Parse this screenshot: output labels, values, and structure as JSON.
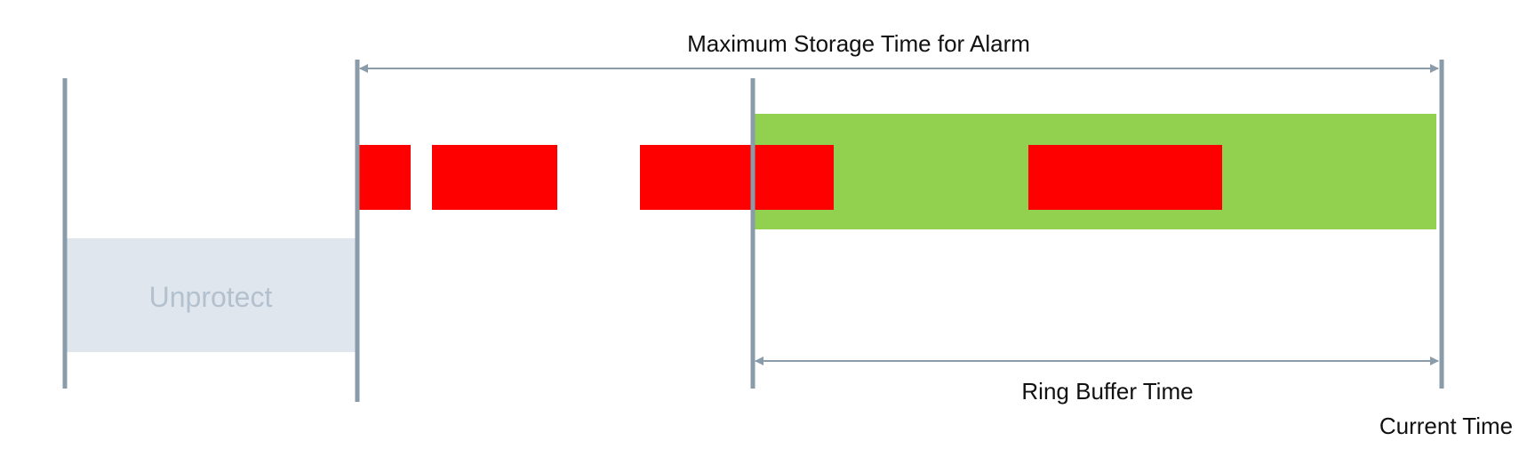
{
  "labels": {
    "max_storage": "Maximum Storage Time for Alarm",
    "ring_buffer": "Ring Buffer Time",
    "current_time": "Current Time",
    "unprotect": "Unprotect"
  },
  "colors": {
    "marker_line": "#8a9baa",
    "arrow": "#8a9baa",
    "alarm": "#ff0000",
    "ring_buffer": "#92d050",
    "unprotect_fill": "#dfe6ee",
    "unprotect_text": "#b3c0cd"
  },
  "alarm_count": 4
}
